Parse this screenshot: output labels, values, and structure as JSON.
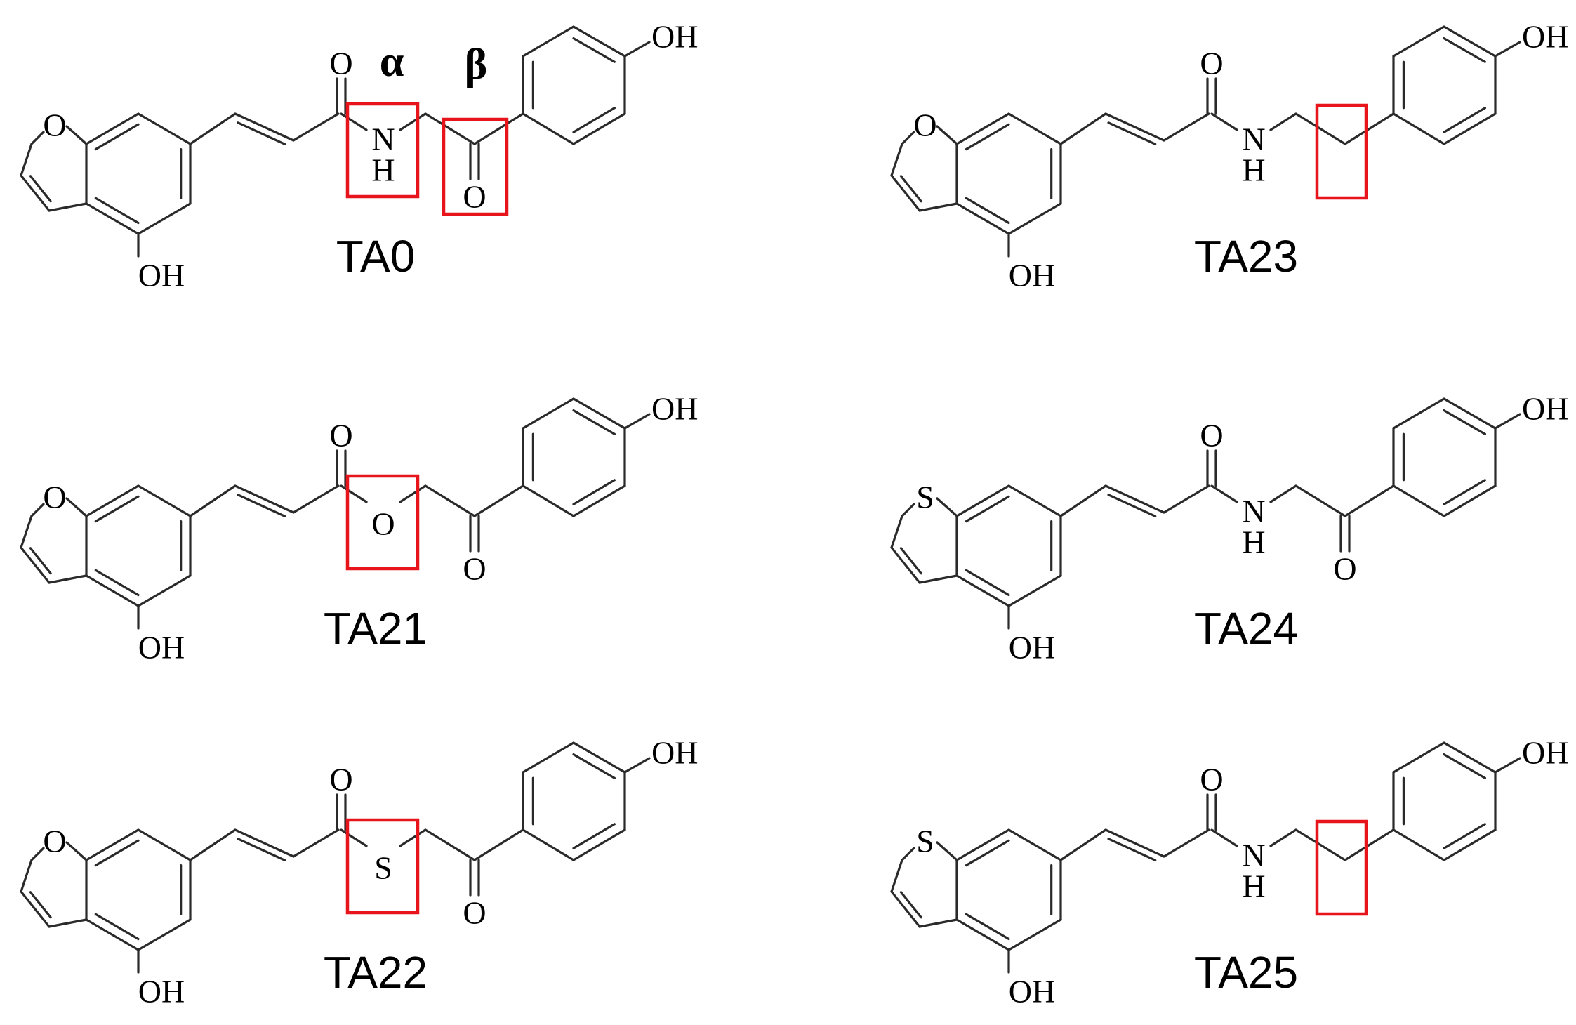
{
  "highlight_color": "#e8141b",
  "greek": {
    "alpha": "α",
    "beta": "β"
  },
  "compounds": [
    {
      "id": "TA0",
      "label": "TA0",
      "ring_hetero": "O",
      "linker": "NH",
      "carbonyl": true,
      "highlights": [
        "linker",
        "carbonyl"
      ],
      "show_greek": true
    },
    {
      "id": "TA23",
      "label": "TA23",
      "ring_hetero": "O",
      "linker": "NH",
      "carbonyl": false,
      "highlights": [
        "ethyl"
      ],
      "show_greek": false
    },
    {
      "id": "TA21",
      "label": "TA21",
      "ring_hetero": "O",
      "linker": "O",
      "carbonyl": true,
      "highlights": [
        "linker"
      ],
      "show_greek": false
    },
    {
      "id": "TA24",
      "label": "TA24",
      "ring_hetero": "S",
      "linker": "NH",
      "carbonyl": true,
      "highlights": [],
      "show_greek": false
    },
    {
      "id": "TA22",
      "label": "TA22",
      "ring_hetero": "O",
      "linker": "S",
      "carbonyl": true,
      "highlights": [
        "linker"
      ],
      "show_greek": false
    },
    {
      "id": "TA25",
      "label": "TA25",
      "ring_hetero": "S",
      "linker": "NH",
      "carbonyl": false,
      "highlights": [
        "ethyl"
      ],
      "show_greek": false
    }
  ],
  "atoms": {
    "oxygen": "O",
    "sulfur": "S",
    "nitrogen": "N",
    "hydrogen": "H",
    "hydroxyl": "OH"
  }
}
